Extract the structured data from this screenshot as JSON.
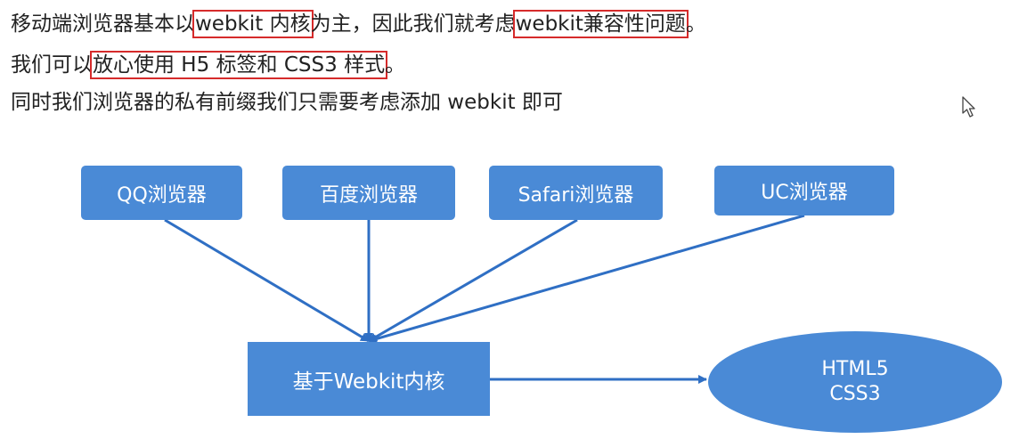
{
  "text": {
    "l1_pre": "移动端浏览器基本以",
    "l1_hl1": "webkit 内核",
    "l1_mid": "为主，因此我们就考虑",
    "l1_hl2": "webkit兼容性问题",
    "l1_post": "。",
    "l2_pre": "我们可以",
    "l2_hl": "放心使用 H5 标签和 CSS3 样式",
    "l2_post": "。",
    "l3": "同时我们浏览器的私有前缀我们只需要考虑添加 webkit 即可"
  },
  "diagram": {
    "browsers": [
      "QQ浏览器",
      "百度浏览器",
      "Safari浏览器",
      "UC浏览器"
    ],
    "core": "基于Webkit内核",
    "result_line1": "HTML5",
    "result_line2": "CSS3"
  },
  "colors": {
    "node": "#4a8ad6",
    "arrow": "#2f6fc4",
    "highlight": "#d62b2b"
  },
  "icons": [
    "mouse-cursor-icon"
  ]
}
